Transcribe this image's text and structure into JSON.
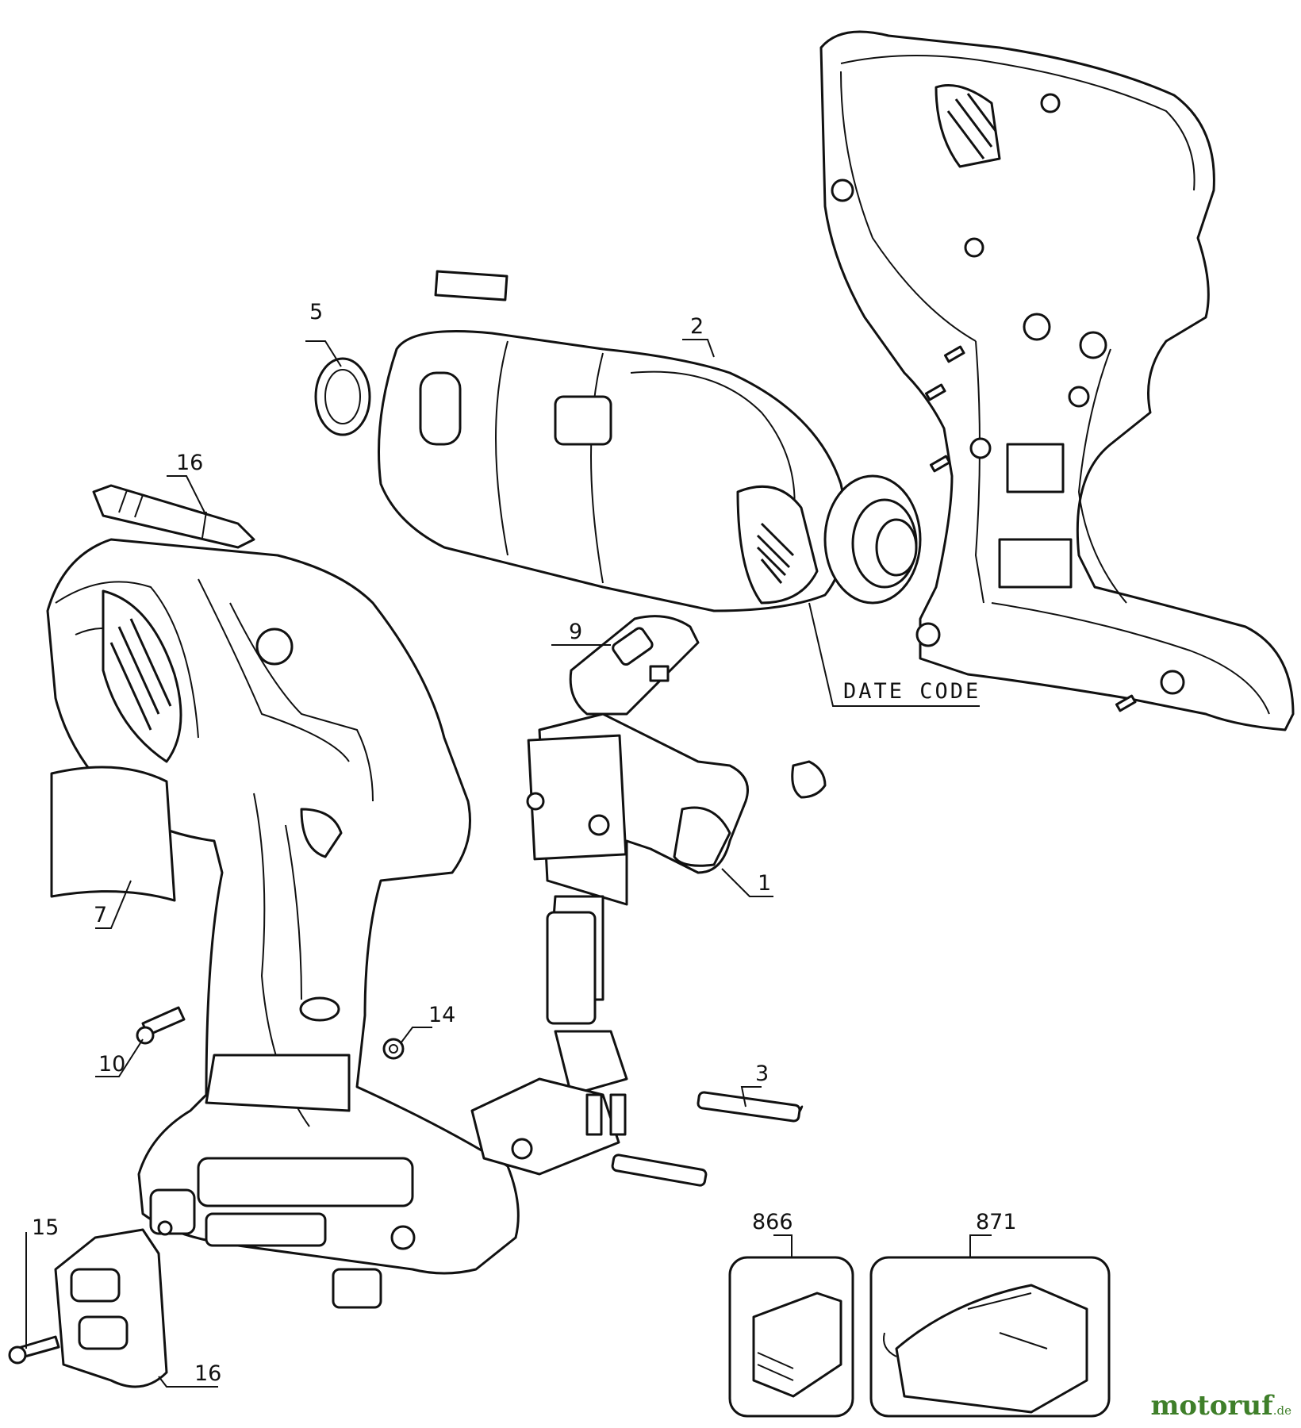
{
  "callouts": {
    "c1": "1",
    "c2": "2",
    "c3": "3",
    "c5": "5",
    "c7": "7",
    "c9": "9",
    "c10": "10",
    "c14": "14",
    "c15": "15",
    "c16a": "16",
    "c16b": "16",
    "c866": "866",
    "c871": "871"
  },
  "date_code": "DATE CODE",
  "watermark": {
    "main": "motoruf",
    "tld": ".de"
  },
  "colors": {
    "line": "#111111",
    "background": "#ffffff",
    "watermark": "#3f7f2a"
  }
}
